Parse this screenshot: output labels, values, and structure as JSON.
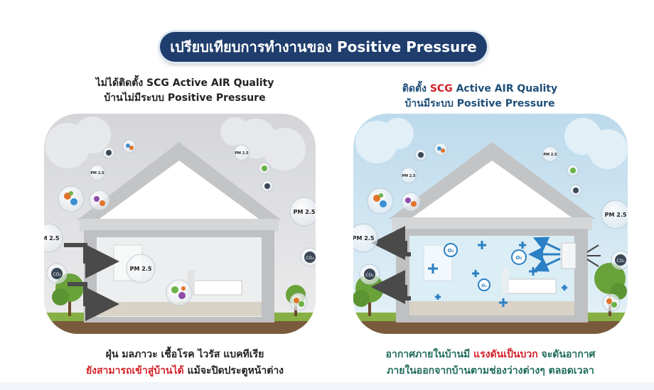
{
  "title": "เปรียบเทียบการทำงานของ Positive Pressure",
  "left_panel": {
    "heading_line1": "ไม่ได้ติดตั้ง SCG Active AIR Quality",
    "heading_line2": "บ้านไม่มีระบบ Positive Pressure",
    "footer_line1": "ฝุ่น มลภาวะ เชื้อโรค ไวรัส แบคทีเรีย",
    "footer_line2_red": "ยังสามารถเข้าสู่บ้านได้",
    "footer_line2_rest": " แม้จะปิดประตูหน้าต่าง"
  },
  "right_panel": {
    "heading_prefix": "ติดตั้ง ",
    "heading_brand": "SCG",
    "heading_suffix": " Active AIR Quality",
    "heading_line2": "บ้านมีระบบ Positive Pressure",
    "footer_line1_a": "อากาศภายในบ้านมี ",
    "footer_line1_red": "แรงดันเป็นบวก",
    "footer_line1_b": " จะดันอากาศ",
    "footer_line2": "ภายในออกจากบ้านตามช่องว่างต่างๆ ตลอดเวลา"
  },
  "bubbles": {
    "pm25": "PM 2.5",
    "co2": "CO₂",
    "o2": "O₂"
  },
  "colors": {
    "title_bg": "#1f3e6d",
    "brand_red": "#d32027",
    "right_heading": "#1f4e79",
    "right_footer": "#1f6b5a",
    "left_sky": "#d9dadc",
    "right_sky": "#c9e2f0",
    "grass": "#86b043"
  }
}
